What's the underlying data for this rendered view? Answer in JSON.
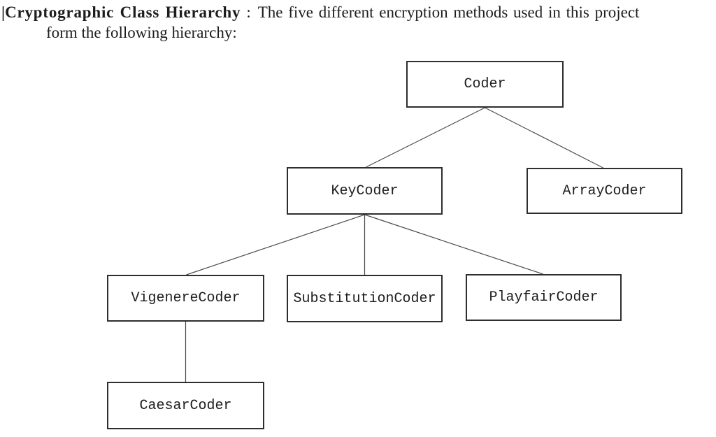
{
  "header": {
    "margin_bar": "|",
    "title": "Cryptographic Class Hierarchy",
    "separator": ":",
    "line1_text": "The five different encryption methods used in this project",
    "line2_text": "form the following hierarchy:"
  },
  "diagram": {
    "nodes": [
      {
        "label": "Coder"
      },
      {
        "label": "KeyCoder"
      },
      {
        "label": "ArrayCoder"
      },
      {
        "label": "VigenereCoder"
      },
      {
        "label": "SubstitutionCoder"
      },
      {
        "label": "PlayfairCoder"
      },
      {
        "label": "CaesarCoder"
      }
    ],
    "edges": [
      {
        "parent": "Coder",
        "child": "KeyCoder"
      },
      {
        "parent": "Coder",
        "child": "ArrayCoder"
      },
      {
        "parent": "KeyCoder",
        "child": "VigenereCoder"
      },
      {
        "parent": "KeyCoder",
        "child": "SubstitutionCoder"
      },
      {
        "parent": "KeyCoder",
        "child": "PlayfairCoder"
      },
      {
        "parent": "VigenereCoder",
        "child": "CaesarCoder"
      }
    ]
  },
  "colors": {
    "text": "#1c1c1c",
    "box_border": "#2e2e2e",
    "edge_line": "#4a4a4a",
    "background": "#ffffff"
  }
}
